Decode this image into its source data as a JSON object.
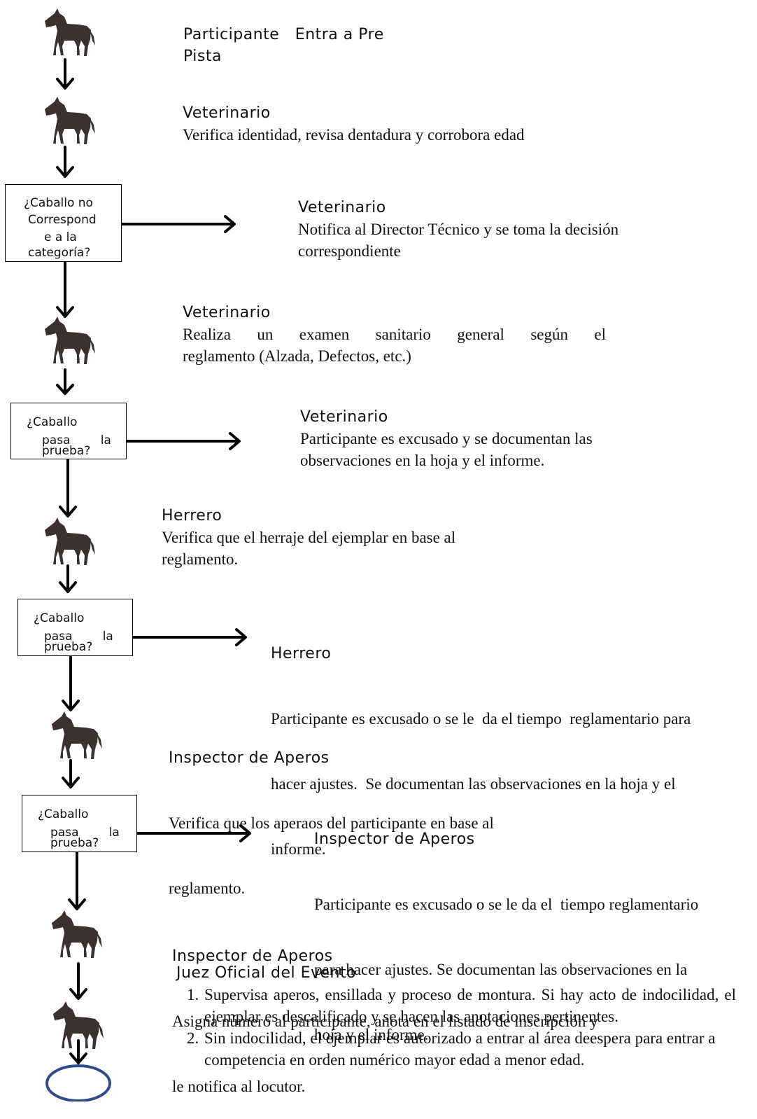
{
  "start": {
    "role": "Participante",
    "action_line1": "Entra a Pre",
    "action_line2": "Pista"
  },
  "step_vet_identity": {
    "role": "Veterinario",
    "description": "Verifica identidad, revisa dentadura y corrobora edad"
  },
  "decision_category": {
    "lines": [
      "¿Caballo no",
      "Correspond",
      "e a la",
      "categoría?"
    ]
  },
  "outcome_category": {
    "role": "Veterinario",
    "line1": "Notifica al Director Técnico y se toma la decisión",
    "line2": "correspondiente"
  },
  "step_vet_exam": {
    "role": "Veterinario",
    "line1": "Realiza un examen sanitario general según el",
    "line2": "reglamento (Alzada, Defectos, etc.)"
  },
  "decision_vet": {
    "line1": "¿Caballo",
    "line2": "pasa        la",
    "line3": "prueba?"
  },
  "outcome_vet": {
    "role": "Veterinario",
    "line1": "Participante es excusado y se documentan las",
    "line2": "observaciones en la hoja y el informe."
  },
  "step_herrero": {
    "role": "Herrero",
    "line1": "Verifica que el herraje del ejemplar en base al",
    "line2": "reglamento."
  },
  "decision_herrero": {
    "line1": "¿Caballo",
    "line2": "pasa        la",
    "line3": "prueba?"
  },
  "outcome_herrero": {
    "role": "Herrero",
    "line1": "Participante es excusado o se le  da el tiempo  reglamentario para",
    "line2": "hacer ajustes.  Se documentan las observaciones en la hoja y el",
    "line3": "informe."
  },
  "step_aperos": {
    "role": "Inspector de Aperos",
    "line1": "Verifica que los aperaos del participante en base al",
    "line2": "reglamento."
  },
  "decision_aperos": {
    "line1": "¿Caballo",
    "line2": "pasa        la",
    "line3": "prueba?"
  },
  "outcome_aperos": {
    "role": "Inspector de Aperos",
    "line1": "Participante es excusado o se le da el  tiempo reglamentario",
    "line2": "para hacer ajustes. Se documentan las observaciones en la",
    "line3": "hoja y el informe."
  },
  "step_numero": {
    "role": "Inspector de Aperos",
    "line1": "Asigna número al participante, anota en el listado de inscripción y",
    "line2": "le notifica al locutor."
  },
  "step_juez": {
    "role": "Juez Oficial del Evento",
    "items": [
      "Supervisa aperos, ensillada y proceso de montura. Si hay acto de indocilidad, el ejemplar es descalificado y se hacen las anotaciones pertinentes.",
      "Sin indocilidad, el ejemplar es autorizado a entrar al área deespera para entrar a competencia en orden numérico mayor edad a menor edad."
    ]
  },
  "colors": {
    "horse": "#3a3230",
    "line": "#000000",
    "end_ellipse": "#2f4c8a"
  },
  "icons": [
    "horse-icon",
    "arrow-down-icon",
    "arrow-right-icon",
    "end-ellipse-icon"
  ]
}
